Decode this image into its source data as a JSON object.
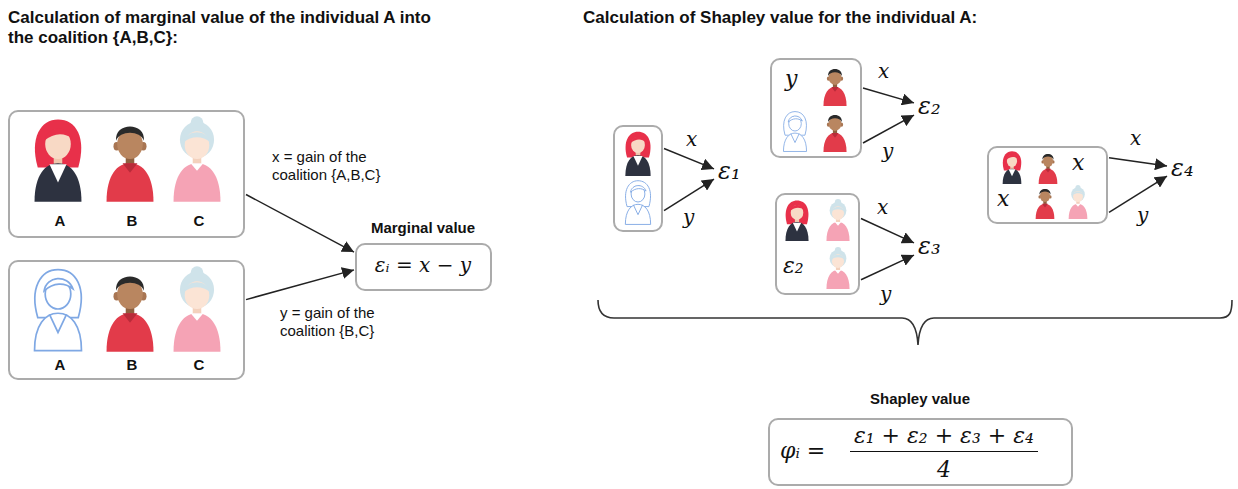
{
  "diagram": {
    "nodes": [
      {
        "text": [
          "A",
          "B",
          "C"
        ]
      },
      {
        "text": [
          "A",
          "B",
          "C"
        ]
      },
      {
        "text": [
          "Marginal value",
          "εᵢ = x − y"
        ]
      },
      {
        "text": []
      },
      {
        "text": [
          "ε₁"
        ]
      },
      {
        "text": [
          "y"
        ]
      },
      {
        "text": [
          "ε₂"
        ]
      },
      {
        "text": [
          "ε₂"
        ]
      },
      {
        "text": [
          "ε₃"
        ]
      },
      {
        "text": [
          "x",
          "x"
        ]
      },
      {
        "text": [
          "ε₄"
        ]
      },
      {
        "text": [
          "Shapley value",
          "φᵢ =",
          "ε₁ + ε₂ + ε₃ + ε₄",
          "4"
        ]
      }
    ],
    "edges": [
      {
        "from": 0,
        "to": 2,
        "arrow": "to",
        "label": "x = gain of the coalition {A,B,C}"
      },
      {
        "from": 1,
        "to": 2,
        "arrow": "to",
        "label": "y = gain of the coalition {B,C}"
      },
      {
        "from": 3,
        "to": 4,
        "arrow": "to",
        "label": "x"
      },
      {
        "from": 3,
        "to": 4,
        "arrow": "to",
        "label": "y"
      },
      {
        "from": 5,
        "to": 6,
        "arrow": "to",
        "label": "x"
      },
      {
        "from": 5,
        "to": 6,
        "arrow": "to",
        "label": "y"
      },
      {
        "from": 7,
        "to": 8,
        "arrow": "to",
        "label": "x"
      },
      {
        "from": 7,
        "to": 8,
        "arrow": "to",
        "label": "y"
      },
      {
        "from": 9,
        "to": 10,
        "arrow": "to",
        "label": "x"
      },
      {
        "from": 9,
        "to": 10,
        "arrow": "to",
        "label": "y"
      }
    ],
    "labels": [
      "Calculation of marginal value of the individual A into the coalition {A,B,C}:",
      "Calculation of Shapley value for the individual A:"
    ]
  }
}
